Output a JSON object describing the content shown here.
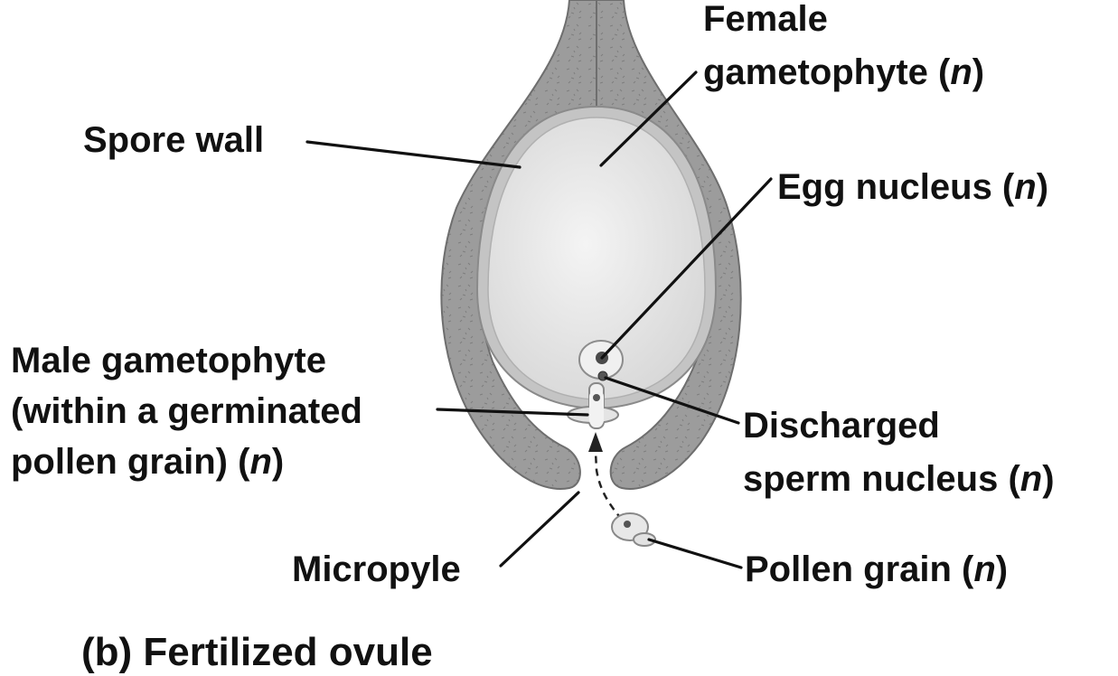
{
  "labels": {
    "female_gametophyte": {
      "line1": "Female",
      "line2": "gametophyte (",
      "italic": "n",
      "close": ")"
    },
    "spore_wall": "Spore wall",
    "egg_nucleus": {
      "text": "Egg nucleus (",
      "italic": "n",
      "close": ")"
    },
    "male_gametophyte": {
      "line1": "Male gametophyte",
      "line2": "(within a germinated",
      "line3": "pollen grain) (",
      "italic": "n",
      "close": ")"
    },
    "discharged_sperm": {
      "line1": "Discharged",
      "line2": "sperm nucleus (",
      "italic": "n",
      "close": ")"
    },
    "micropyle": "Micropyle",
    "pollen_grain": {
      "text": "Pollen grain (",
      "italic": "n",
      "close": ")"
    }
  },
  "caption": "(b) Fertilized ovule",
  "colors": {
    "integument": "#9c9c9c",
    "integument_edge": "#6e6e6e",
    "gametophyte": "#e6e6e6",
    "gametophyte_rim": "#b8b8b8",
    "cell": "#f2f2f2",
    "nucleus": "#4a4a4a",
    "text": "#111111"
  }
}
